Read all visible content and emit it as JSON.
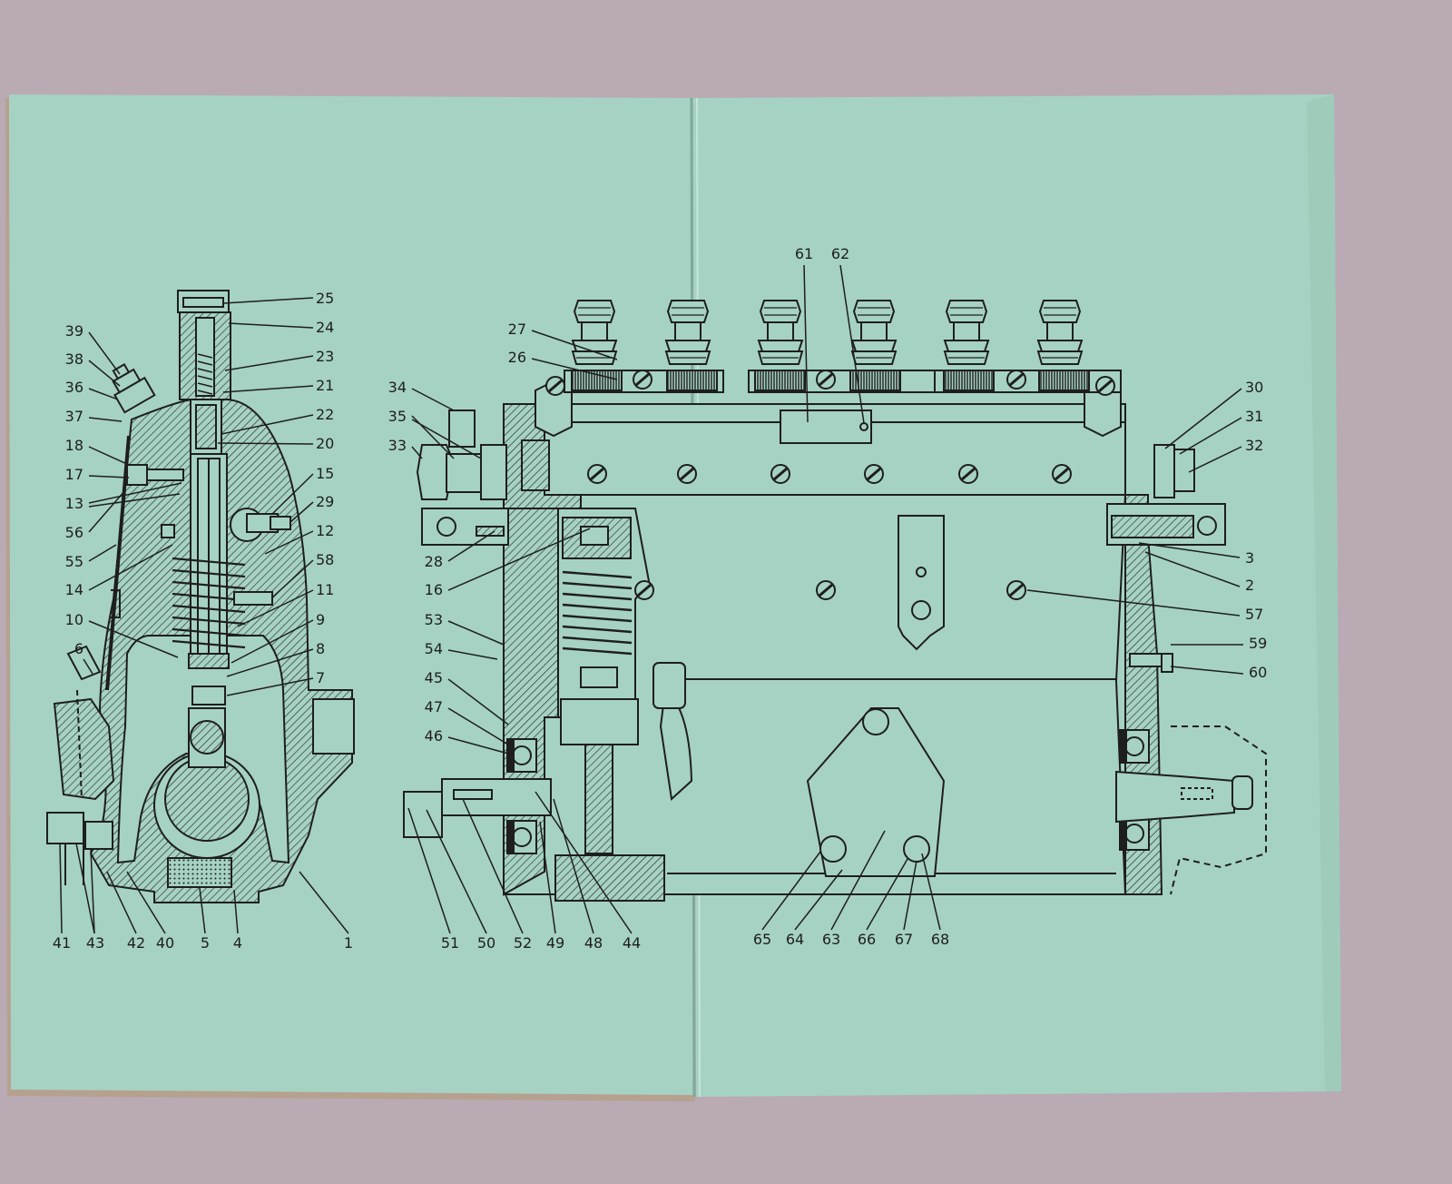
{
  "colors": {
    "background": "#b9aab4",
    "page": "#a6d2c3",
    "ink": "#1e1e1e"
  },
  "left_drawing": {
    "labels": [
      {
        "id": "p25",
        "text": "25"
      },
      {
        "id": "p24",
        "text": "24"
      },
      {
        "id": "p23",
        "text": "23"
      },
      {
        "id": "p21",
        "text": "21"
      },
      {
        "id": "p22",
        "text": "22"
      },
      {
        "id": "p20",
        "text": "20"
      },
      {
        "id": "p15",
        "text": "15"
      },
      {
        "id": "p29",
        "text": "29"
      },
      {
        "id": "p12",
        "text": "12"
      },
      {
        "id": "p58",
        "text": "58"
      },
      {
        "id": "p11",
        "text": "11"
      },
      {
        "id": "p9",
        "text": "9"
      },
      {
        "id": "p8",
        "text": "8"
      },
      {
        "id": "p7",
        "text": "7"
      },
      {
        "id": "p39",
        "text": "39"
      },
      {
        "id": "p38",
        "text": "38"
      },
      {
        "id": "p36",
        "text": "36"
      },
      {
        "id": "p37",
        "text": "37"
      },
      {
        "id": "p18",
        "text": "18"
      },
      {
        "id": "p17",
        "text": "17"
      },
      {
        "id": "p13",
        "text": "13"
      },
      {
        "id": "p56",
        "text": "56"
      },
      {
        "id": "p55",
        "text": "55"
      },
      {
        "id": "p14",
        "text": "14"
      },
      {
        "id": "p10",
        "text": "10"
      },
      {
        "id": "p6",
        "text": "6"
      },
      {
        "id": "p41",
        "text": "41"
      },
      {
        "id": "p43",
        "text": "43"
      },
      {
        "id": "p42",
        "text": "42"
      },
      {
        "id": "p40",
        "text": "40"
      },
      {
        "id": "p5",
        "text": "5"
      },
      {
        "id": "p4",
        "text": "4"
      },
      {
        "id": "p1",
        "text": "1"
      }
    ]
  },
  "right_drawing": {
    "labels": [
      {
        "id": "p61",
        "text": "61"
      },
      {
        "id": "p62",
        "text": "62"
      },
      {
        "id": "p27",
        "text": "27"
      },
      {
        "id": "p26",
        "text": "26"
      },
      {
        "id": "p34",
        "text": "34"
      },
      {
        "id": "p35",
        "text": "35"
      },
      {
        "id": "p33",
        "text": "33"
      },
      {
        "id": "p28",
        "text": "28"
      },
      {
        "id": "p16",
        "text": "16"
      },
      {
        "id": "p53",
        "text": "53"
      },
      {
        "id": "p54",
        "text": "54"
      },
      {
        "id": "p45",
        "text": "45"
      },
      {
        "id": "p47",
        "text": "47"
      },
      {
        "id": "p46",
        "text": "46"
      },
      {
        "id": "p51",
        "text": "51"
      },
      {
        "id": "p50",
        "text": "50"
      },
      {
        "id": "p52",
        "text": "52"
      },
      {
        "id": "p49",
        "text": "49"
      },
      {
        "id": "p48",
        "text": "48"
      },
      {
        "id": "p44",
        "text": "44"
      },
      {
        "id": "p65",
        "text": "65"
      },
      {
        "id": "p64",
        "text": "64"
      },
      {
        "id": "p63",
        "text": "63"
      },
      {
        "id": "p66",
        "text": "66"
      },
      {
        "id": "p67",
        "text": "67"
      },
      {
        "id": "p68",
        "text": "68"
      },
      {
        "id": "p30",
        "text": "30"
      },
      {
        "id": "p31",
        "text": "31"
      },
      {
        "id": "p32",
        "text": "32"
      },
      {
        "id": "p3",
        "text": "3"
      },
      {
        "id": "p2",
        "text": "2"
      },
      {
        "id": "p57",
        "text": "57"
      },
      {
        "id": "p59",
        "text": "59"
      },
      {
        "id": "p60",
        "text": "60"
      }
    ]
  }
}
